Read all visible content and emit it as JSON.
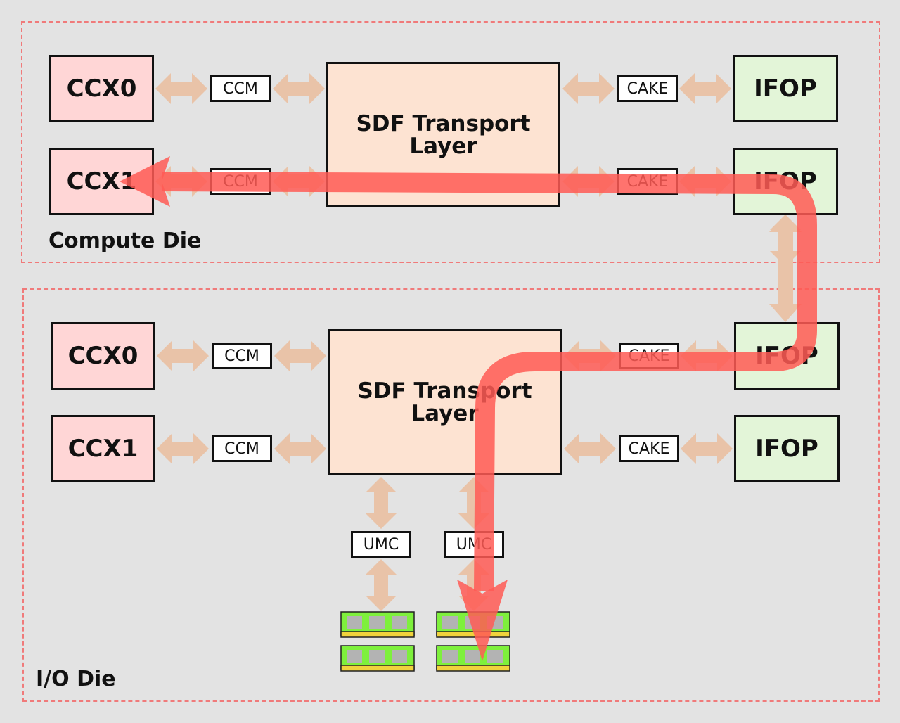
{
  "compute_die": {
    "label": "Compute Die",
    "ccx0": "CCX0",
    "ccx1": "CCX1",
    "ccm0": "CCM",
    "ccm1": "CCM",
    "sdf": "SDF Transport\nLayer",
    "cake0": "CAKE",
    "cake1": "CAKE",
    "ifop0": "IFOP",
    "ifop1": "IFOP"
  },
  "io_die": {
    "label": "I/O Die",
    "ccx0": "CCX0",
    "ccx1": "CCX1",
    "ccm0": "CCM",
    "ccm1": "CCM",
    "sdf": "SDF Transport\nLayer",
    "cake0": "CAKE",
    "cake1": "CAKE",
    "ifop0": "IFOP",
    "ifop1": "IFOP",
    "umc0": "UMC",
    "umc1": "UMC"
  },
  "colors": {
    "ccx_fill": "#ffd6d6",
    "ifop_fill": "#e3f5d8",
    "sdf_fill": "#fde3d2",
    "link_arrow": "#e9c3a8",
    "path_highlight": "#ff5a55",
    "die_border": "#f07a7a",
    "dimm_green": "#7ef03c",
    "dimm_yellow": "#f0d23c"
  }
}
